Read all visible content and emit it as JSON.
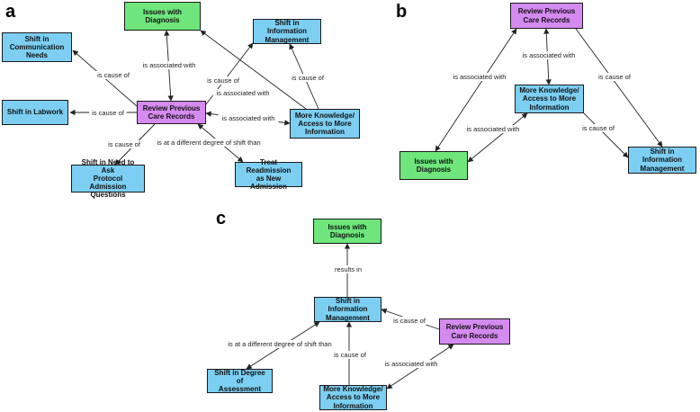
{
  "panels": {
    "a": {
      "label": "a",
      "nodes": {
        "issues": "Issues with\nDiagnosis",
        "comm": "Shift in\nCommunication\nNeeds",
        "info": "Shift in Information\nManagement",
        "labwork": "Shift in Labwork",
        "review": "Review Previous\nCare Records",
        "knowledge": "More Knowledge/\nAccess to More\nInformation",
        "protocol": "Shift in Need to Ask\nProtocol Admission\nQuestions",
        "treat": "Treat Readmission\nas New Admission"
      },
      "edges": {
        "review_comm": "is cause of",
        "review_labwork": "is cause of",
        "review_issues": "is associated with",
        "review_info": "is cause of",
        "issues_knowledge": "is associated with",
        "knowledge_info": "is cause of",
        "review_knowledge": "is associated with",
        "review_protocol": "is cause of",
        "review_treat": "is at a different degree of shift than"
      }
    },
    "b": {
      "label": "b",
      "nodes": {
        "review": "Review Previous\nCare Records",
        "knowledge": "More Knowledge/\nAccess to More\nInformation",
        "issues": "Issues with\nDiagnosis",
        "info": "Shift in Information\nManagement"
      },
      "edges": {
        "review_issues": "is associated with",
        "review_knowledge": "is associated with",
        "review_info": "is cause of",
        "knowledge_issues": "is associated with",
        "knowledge_info": "is cause of"
      }
    },
    "c": {
      "label": "c",
      "nodes": {
        "issues": "Issues with\nDiagnosis",
        "info": "Shift in Information\nManagement",
        "review": "Review Previous\nCare Records",
        "degree": "Shift in Degree of\nAssessment",
        "knowledge": "More Knowledge/\nAccess to More\nInformation"
      },
      "edges": {
        "info_issues": "results in",
        "review_info": "is cause of",
        "info_degree": "is at a different degree of shift than",
        "knowledge_info": "is cause of",
        "review_knowledge": "is associated with"
      }
    }
  },
  "colors": {
    "problem_node": "#6ee67c",
    "shift_node": "#7ccff2",
    "work_node": "#d58af0",
    "edge": "#222222"
  }
}
